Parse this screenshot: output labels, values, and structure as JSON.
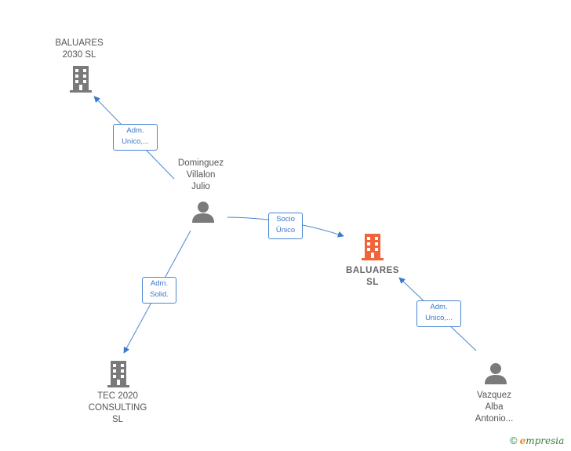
{
  "nodes": {
    "baluares_2030": {
      "lines": [
        "BALUARES",
        "2030  SL"
      ],
      "type": "company"
    },
    "dominguez": {
      "lines": [
        "Dominguez",
        "Villalon",
        "Julio"
      ],
      "type": "person"
    },
    "baluares_sl": {
      "lines": [
        "BALUARES",
        "SL"
      ],
      "type": "company",
      "highlighted": true
    },
    "tec_2020": {
      "lines": [
        "TEC 2020",
        "CONSULTING",
        "SL"
      ],
      "type": "company"
    },
    "vazquez": {
      "lines": [
        "Vazquez",
        "Alba",
        "Antonio..."
      ],
      "type": "person"
    }
  },
  "edges": {
    "adm_unico_1": {
      "lines": [
        "Adm.",
        "Unico,..."
      ]
    },
    "socio_unico": {
      "lines": [
        "Socio",
        "Único"
      ]
    },
    "adm_solid": {
      "lines": [
        "Adm.",
        "Solid."
      ]
    },
    "adm_unico_2": {
      "lines": [
        "Adm.",
        "Unico,..."
      ]
    }
  },
  "footer": {
    "copyright": "©",
    "brand_first": "e",
    "brand_rest": "mpresia"
  },
  "colors": {
    "edge": "#4a86d4",
    "node_gray": "#7a7a7a",
    "highlight": "#f0643c"
  }
}
